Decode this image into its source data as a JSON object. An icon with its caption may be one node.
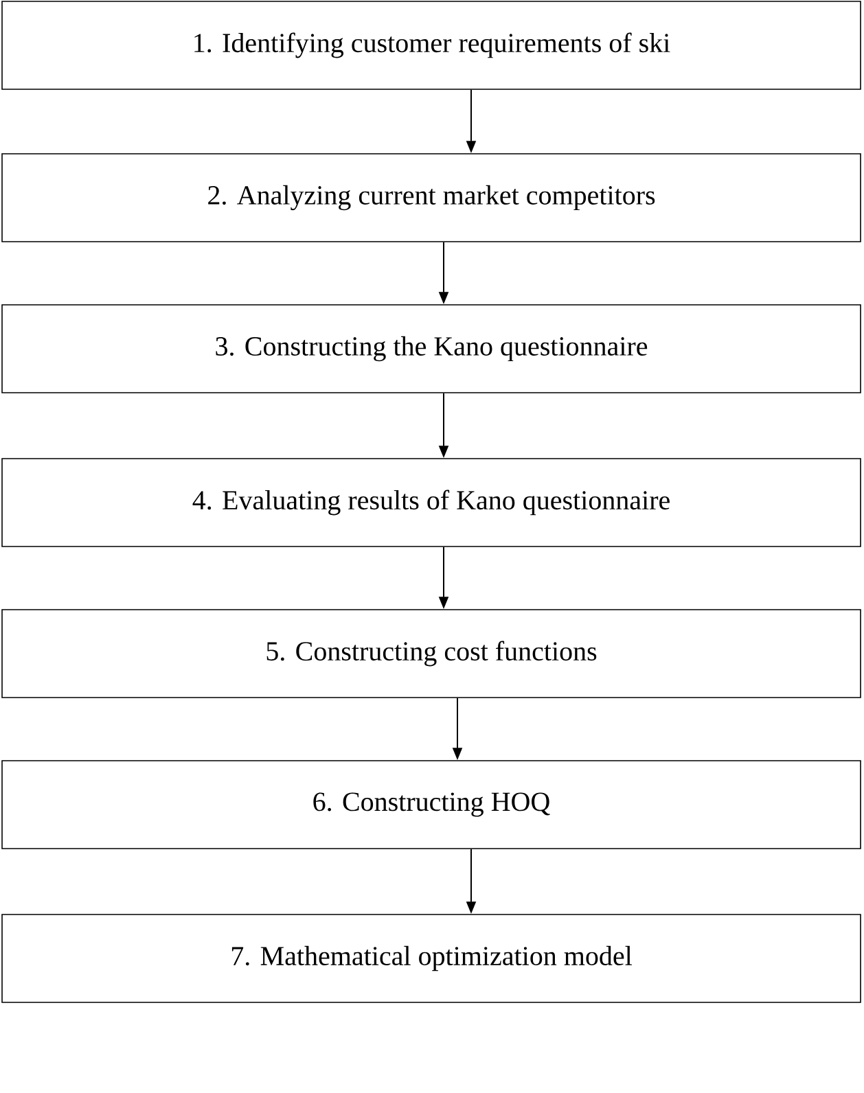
{
  "diagram": {
    "nodes": [
      {
        "text": [
          "1. Identifying customer requirements of ski"
        ]
      },
      {
        "text": [
          "2. Analyzing current market competitors"
        ]
      },
      {
        "text": [
          "3. Constructing the Kano questionnaire"
        ]
      },
      {
        "text": [
          "4. Evaluating results of Kano questionnaire"
        ]
      },
      {
        "text": [
          "5. Constructing cost functions"
        ]
      },
      {
        "text": [
          "6. Constructing HOQ"
        ]
      },
      {
        "text": [
          "7. Mathematical optimization model"
        ]
      }
    ],
    "edges": [
      {
        "from": 0,
        "to": 1,
        "arrow": "to"
      },
      {
        "from": 1,
        "to": 2,
        "arrow": "to"
      },
      {
        "from": 2,
        "to": 3,
        "arrow": "to"
      },
      {
        "from": 3,
        "to": 4,
        "arrow": "to"
      },
      {
        "from": 4,
        "to": 5,
        "arrow": "to"
      },
      {
        "from": 5,
        "to": 6,
        "arrow": "to"
      }
    ]
  }
}
